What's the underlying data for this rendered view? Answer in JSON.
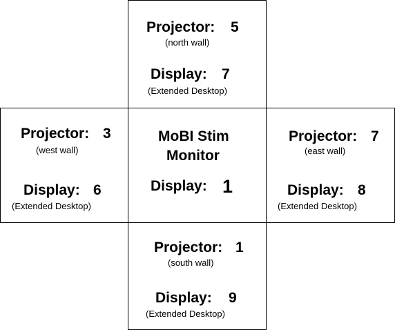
{
  "north": {
    "projector_label": "Projector:",
    "projector_num": "5",
    "wall": "(north wall)",
    "display_label": "Display:",
    "display_num": "7",
    "desktop": "(Extended Desktop)"
  },
  "west": {
    "projector_label": "Projector:",
    "projector_num": "3",
    "wall": "(west wall)",
    "display_label": "Display:",
    "display_num": "6",
    "desktop": "(Extended Desktop)"
  },
  "center": {
    "title_line1": "MoBI Stim",
    "title_line2": "Monitor",
    "display_label": "Display:",
    "display_num": "1"
  },
  "east": {
    "projector_label": "Projector:",
    "projector_num": "7",
    "wall": "(east wall)",
    "display_label": "Display:",
    "display_num": "8",
    "desktop": "(Extended Desktop)"
  },
  "south": {
    "projector_label": "Projector:",
    "projector_num": "1",
    "wall": "(south wall)",
    "display_label": "Display:",
    "display_num": "9",
    "desktop": "(Extended Desktop)"
  }
}
